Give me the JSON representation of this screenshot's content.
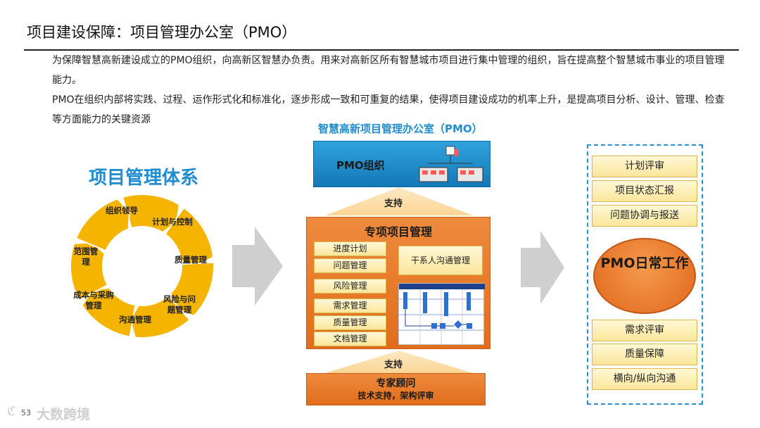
{
  "title": "项目建设保障：项目管理办公室（PMO）",
  "paragraphs": [
    "为保障智慧高新建设成立的PMO组织，向高新区智慧办负责。用来对高新区所有智慧城市项目进行集中管理的组织，旨在提高整个智慧城市事业的项目管理能力。",
    "PMO在组织内部将实践、过程、运作形式化和标准化，逐步形成一致和可重复的结果，使得项目建设成功的机率上升，是提高项目分析、设计、管理、检查等方面能力的关键资源"
  ],
  "system": {
    "title": "项目管理体系",
    "segments": [
      "组织领导",
      "计划与控制",
      "质量管理",
      "风险与问题管理",
      "沟通管理",
      "成本与采购管理",
      "范围管理"
    ],
    "segment_color": "#f5b400"
  },
  "pmo": {
    "heading": "智慧高新项目管理办公室（PMO）",
    "org_label": "PMO组织",
    "support_label": "支持",
    "special": {
      "title": "专项项目管理",
      "items": [
        "进度计划",
        "问题管理",
        "风险管理",
        "需求管理",
        "质量管理",
        "文档管理"
      ],
      "stakeholder": "干系人沟通管理"
    },
    "expert": {
      "title": "专家顾问",
      "subtitle": "技术支持，架构评审"
    }
  },
  "daily": {
    "top_items": [
      "计划评审",
      "项目状态汇报",
      "问题协调与报送"
    ],
    "core": "PMO日常工作",
    "bottom_items": [
      "需求评审",
      "质量保障",
      "横向/纵向沟通"
    ]
  },
  "footer": {
    "page_number": "53",
    "watermark": "大数跨境"
  },
  "colors": {
    "accent_blue": "#1f8dd0",
    "accent_orange": "#e8792b",
    "pale_yellow": "#fbe69a"
  }
}
